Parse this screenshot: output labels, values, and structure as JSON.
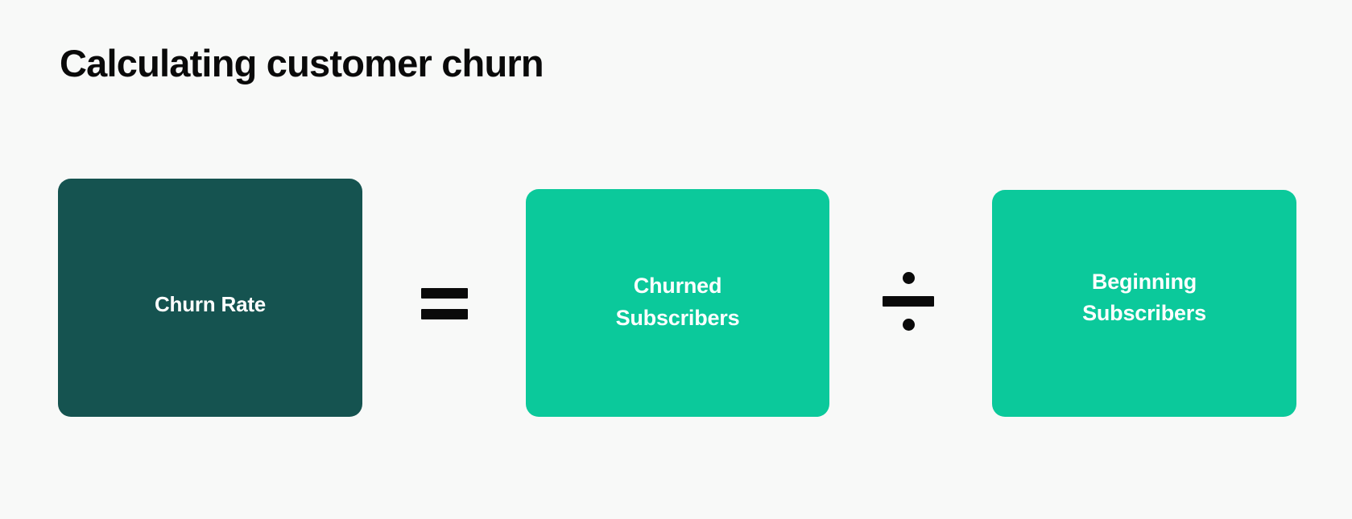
{
  "page": {
    "title": "Calculating customer churn",
    "background_color": "#F8F9F8"
  },
  "colors": {
    "dark_teal": "#155350",
    "bright_teal": "#0BC99B",
    "text_dark": "#0A0A0A",
    "text_light": "#FFFFFF"
  },
  "formula": {
    "result": {
      "label": "Churn Rate",
      "color": "#155350"
    },
    "operator_equals": {
      "symbol": "=",
      "name": "equals-sign"
    },
    "numerator": {
      "label": "Churned\nSubscribers",
      "color": "#0BC99B"
    },
    "operator_divide": {
      "symbol": "÷",
      "name": "division-sign"
    },
    "denominator": {
      "label": "Beginning\nSubscribers",
      "color": "#0BC99B"
    }
  }
}
